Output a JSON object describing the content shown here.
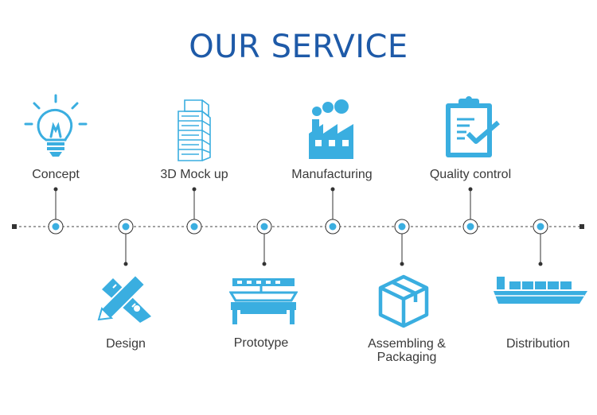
{
  "title": "OUR SERVICE",
  "accent_color": "#3aaee0",
  "title_color": "#1e5aa8",
  "steps": [
    {
      "label": "Concept",
      "icon": "lightbulb-icon"
    },
    {
      "label": "Design",
      "icon": "pencil-ruler-icon"
    },
    {
      "label": "3D Mock up",
      "icon": "display-shelf-icon"
    },
    {
      "label": "Prototype",
      "icon": "cutting-machine-icon"
    },
    {
      "label": "Manufacturing",
      "icon": "factory-icon"
    },
    {
      "label": "Assembling & Packaging",
      "icon": "box-icon"
    },
    {
      "label": "Quality control",
      "icon": "clipboard-check-icon"
    },
    {
      "label": "Distribution",
      "icon": "cargo-ship-icon"
    }
  ]
}
